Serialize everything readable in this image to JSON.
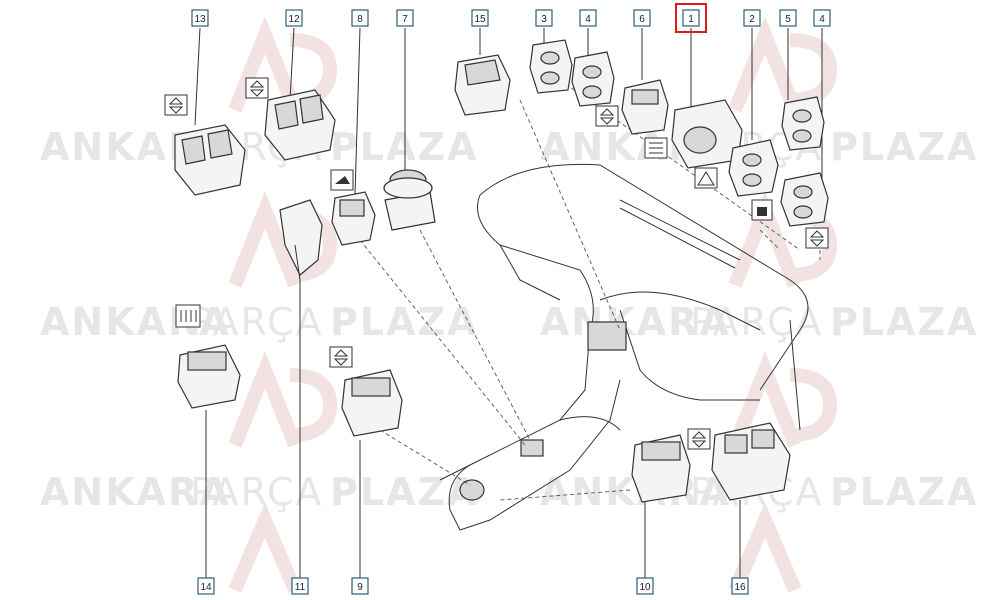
{
  "watermark": {
    "word1": "ANKARA",
    "word2": "PARÇA",
    "word3": "PLAZA",
    "monogram": "AP"
  },
  "callouts": [
    "13",
    "12",
    "8",
    "7",
    "15",
    "3",
    "4",
    "6",
    "1",
    "2",
    "5",
    "4",
    "14",
    "11",
    "9",
    "10",
    "16"
  ],
  "highlighted_callout": "1",
  "colors": {
    "highlight": "#d91c1c",
    "label_border": "#2a5f7a",
    "line": "#333333",
    "watermark": "#e6e6e6"
  },
  "icons": [
    "window-up-down-icon",
    "hazard-icon",
    "rear-defrost-icon",
    "seat-heat-icon",
    "door-lock-icon",
    "traction-icon"
  ]
}
